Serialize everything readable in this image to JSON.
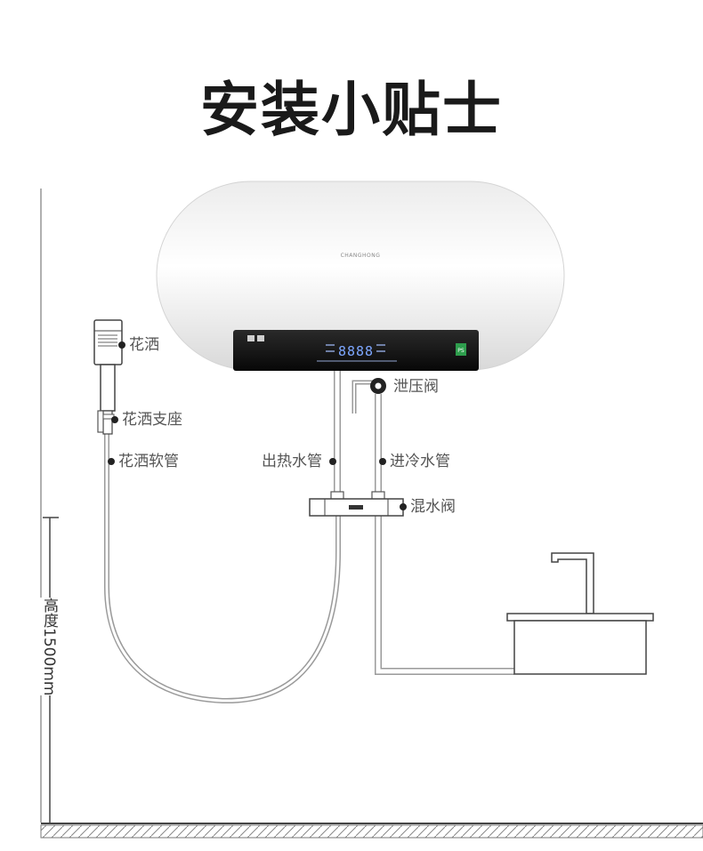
{
  "title": "安装小贴士",
  "heater": {
    "brand": "CHANGHONG",
    "display_digits": "8888",
    "badge": "PS"
  },
  "labels": {
    "shower_head": "花洒",
    "shower_holder": "花洒支座",
    "shower_hose": "花洒软管",
    "hot_pipe": "出热水管",
    "relief_valve": "泄压阀",
    "cold_pipe": "进冷水管",
    "mixing_valve": "混水阀",
    "height": "高度1500mm"
  },
  "colors": {
    "pipe": "#9a9a9a",
    "dot": "#222222",
    "text": "#555555",
    "display": "#7da7ff"
  }
}
